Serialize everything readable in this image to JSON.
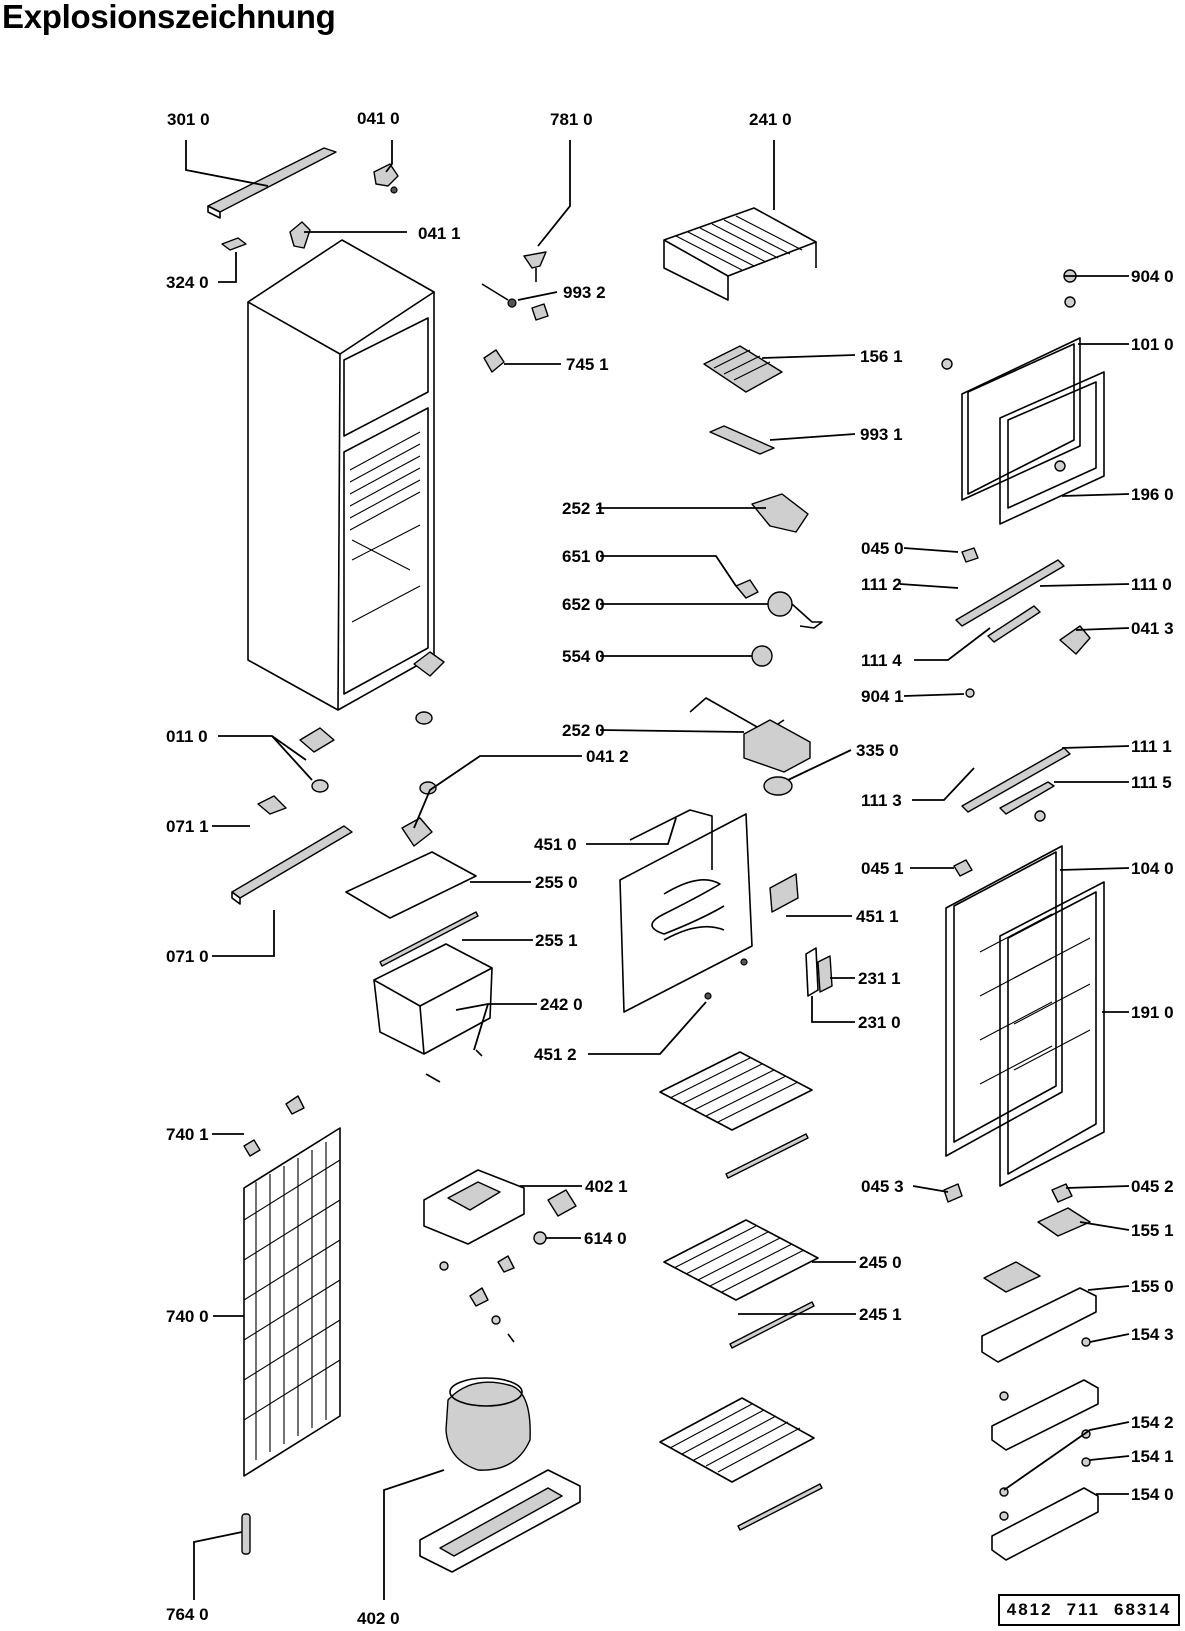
{
  "title": "Explosionszeichnung",
  "labels": {
    "p3010": "301 0",
    "p0410": "041 0",
    "p7810": "781 0",
    "p2410": "241 0",
    "p0411": "041 1",
    "p3240": "324 0",
    "p9932": "993 2",
    "p9040": "904 0",
    "p7451": "745 1",
    "p1561": "156 1",
    "p1010": "101 0",
    "p9931": "993 1",
    "p1960": "196 0",
    "p2521": "252 1",
    "p0450": "045 0",
    "p6510": "651 0",
    "p1112": "111 2",
    "p1110": "111 0",
    "p6520": "652 0",
    "p0413": "041 3",
    "p5540": "554 0",
    "p1114": "111 4",
    "p9041": "904 1",
    "p2520": "252 0",
    "p0110": "011 0",
    "p3350": "335 0",
    "p1111": "111 1",
    "p0412": "041 2",
    "p1113": "111 3",
    "p1115": "111 5",
    "p0711": "071 1",
    "p4510": "451 0",
    "p0451": "045 1",
    "p1040": "104 0",
    "p2550": "255 0",
    "p4511": "451 1",
    "p0710": "071 0",
    "p2551": "255 1",
    "p2311": "231 1",
    "p2420": "242 0",
    "p1910": "191 0",
    "p2310": "231 0",
    "p4512": "451 2",
    "p7401": "740 1",
    "p4021": "402 1",
    "p0453": "045 3",
    "p0452": "045 2",
    "p6140": "614 0",
    "p2450": "245 0",
    "p1551": "155 1",
    "p7400": "740 0",
    "p2451": "245 1",
    "p1550": "155 0",
    "p1543": "154 3",
    "p1542": "154 2",
    "p1541": "154 1",
    "p1540": "154 0",
    "p7640": "764 0",
    "p4020": "402 0"
  },
  "catalog_number": {
    "part1": "4812",
    "part2": "711",
    "part3": "68314"
  }
}
